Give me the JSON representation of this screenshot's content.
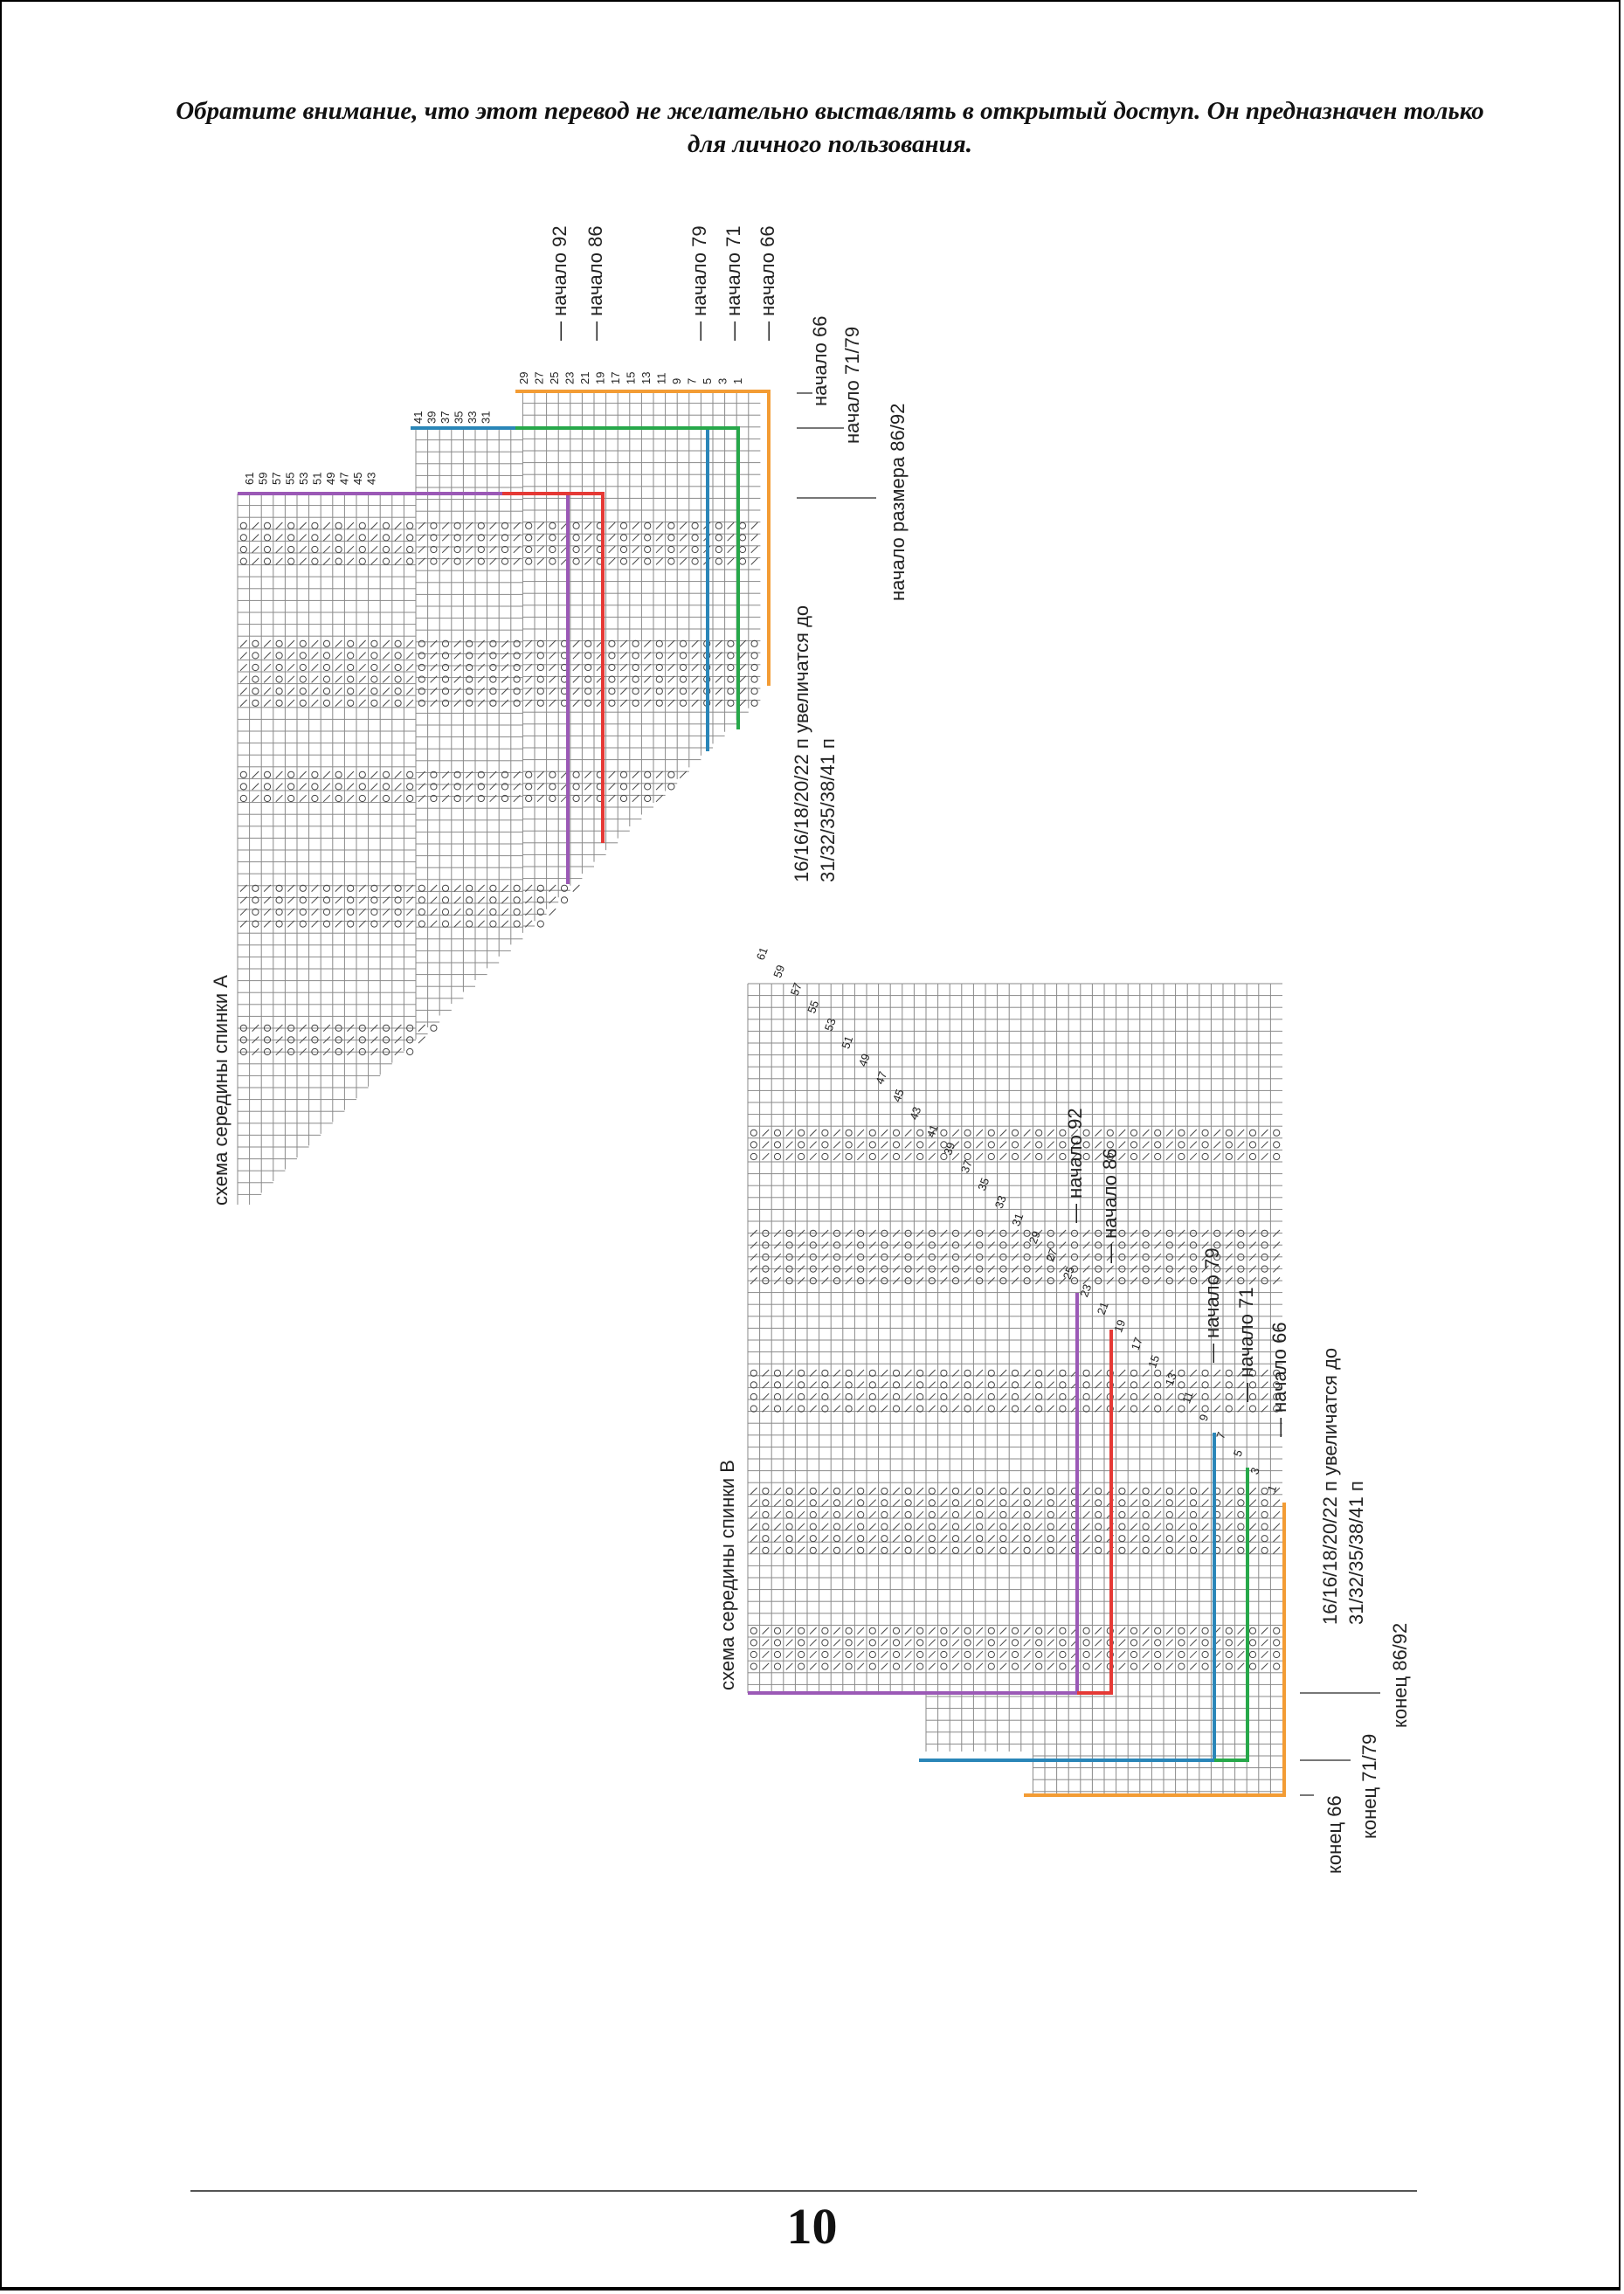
{
  "notice": "Обратите внимание, что этот перевод не желательно выставлять в открытый доступ. Он предназначен только для личного пользования.",
  "page_number": "10",
  "colors": {
    "purple": "#9b59b6",
    "red": "#e53935",
    "blue": "#2a86b8",
    "green": "#27a84a",
    "orange": "#f39c34",
    "grid": "#8a8a8a"
  },
  "chart_a": {
    "title": "схема середины спинки А",
    "row_numbers_a": [
      "61",
      "59",
      "57",
      "55",
      "53",
      "51",
      "49",
      "47",
      "45",
      "43"
    ],
    "row_numbers_b": [
      "41",
      "39",
      "37",
      "35",
      "33",
      "31"
    ],
    "row_numbers_c": [
      "29",
      "27",
      "25",
      "23",
      "21",
      "19",
      "17",
      "15",
      "13",
      "11",
      "9",
      "7",
      "5",
      "3",
      "1"
    ],
    "start_labels": [
      "— начало 92",
      "— начало 86",
      "— начало 79",
      "— начало 71",
      "— начало 66"
    ],
    "size_labels": [
      "начало 66",
      "начало 71/79",
      "начало размера 86/92"
    ],
    "increase_note": [
      "16/16/18/20/22 п увеличатся до",
      "31/32/35/38/41 п"
    ]
  },
  "chart_b": {
    "title": "схема середины спинки В",
    "row_numbers": [
      "61",
      "59",
      "57",
      "55",
      "53",
      "51",
      "49",
      "47",
      "45",
      "43",
      "41",
      "39",
      "37",
      "35",
      "33",
      "31",
      "29",
      "27",
      "25",
      "23",
      "21",
      "19",
      "17",
      "15",
      "13",
      "11",
      "9",
      "7",
      "5",
      "3",
      "1"
    ],
    "start_labels": [
      "— начало 92",
      "— начало 86",
      "— начало 79",
      "— начало 71",
      "— начало 66"
    ],
    "end_labels": [
      "конец 66",
      "конец 71/79",
      "конец 86/92"
    ],
    "increase_note": [
      "16/16/18/20/22 п увеличатся до",
      "31/32/35/38/41 п"
    ]
  }
}
